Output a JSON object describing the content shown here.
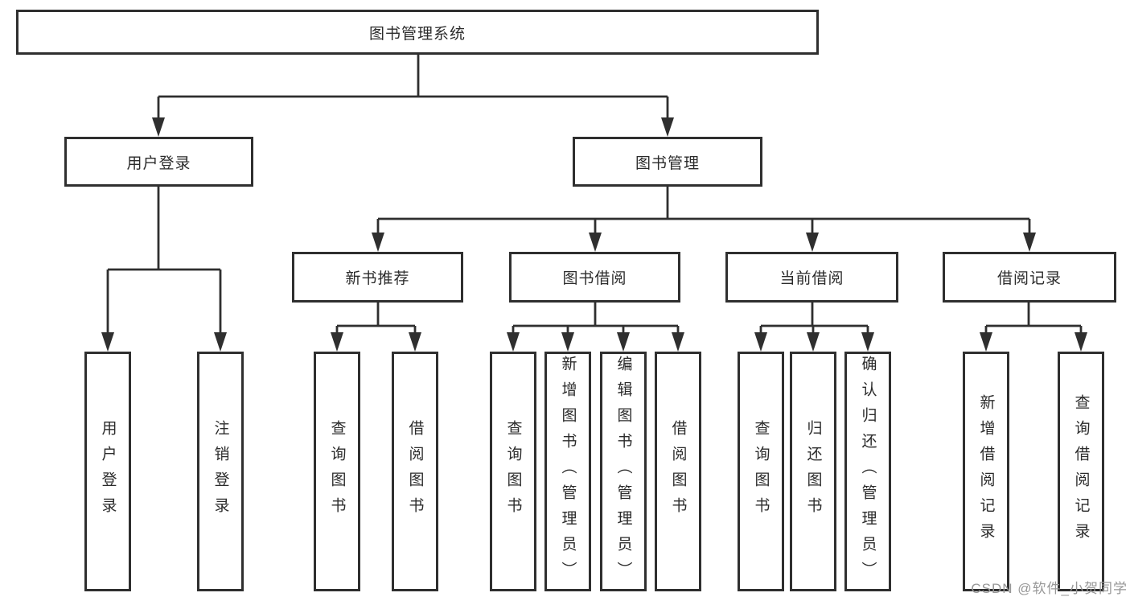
{
  "diagram": {
    "root": {
      "label": "图书管理系统"
    },
    "branches": [
      {
        "label": "用户登录",
        "children": [
          {
            "label": "用户登录"
          },
          {
            "label": "注销登录"
          }
        ]
      },
      {
        "label": "图书管理",
        "children": [
          {
            "label": "新书推荐",
            "children": [
              {
                "label": "查询图书"
              },
              {
                "label": "借阅图书"
              }
            ]
          },
          {
            "label": "图书借阅",
            "children": [
              {
                "label": "查询图书"
              },
              {
                "label": "新增图书（管理员）"
              },
              {
                "label": "编辑图书（管理员）"
              },
              {
                "label": "借阅图书"
              }
            ]
          },
          {
            "label": "当前借阅",
            "children": [
              {
                "label": "查询图书"
              },
              {
                "label": "归还图书"
              },
              {
                "label": "确认归还（管理员）"
              }
            ]
          },
          {
            "label": "借阅记录",
            "children": [
              {
                "label": "新增借阅记录"
              },
              {
                "label": "查询借阅记录"
              }
            ]
          }
        ]
      }
    ]
  },
  "watermark": "CSDN @软件_小贺同学",
  "colors": {
    "line": "#2f2f2f",
    "text": "#2b2b2b",
    "background": "#ffffff",
    "watermark": "#979797"
  }
}
